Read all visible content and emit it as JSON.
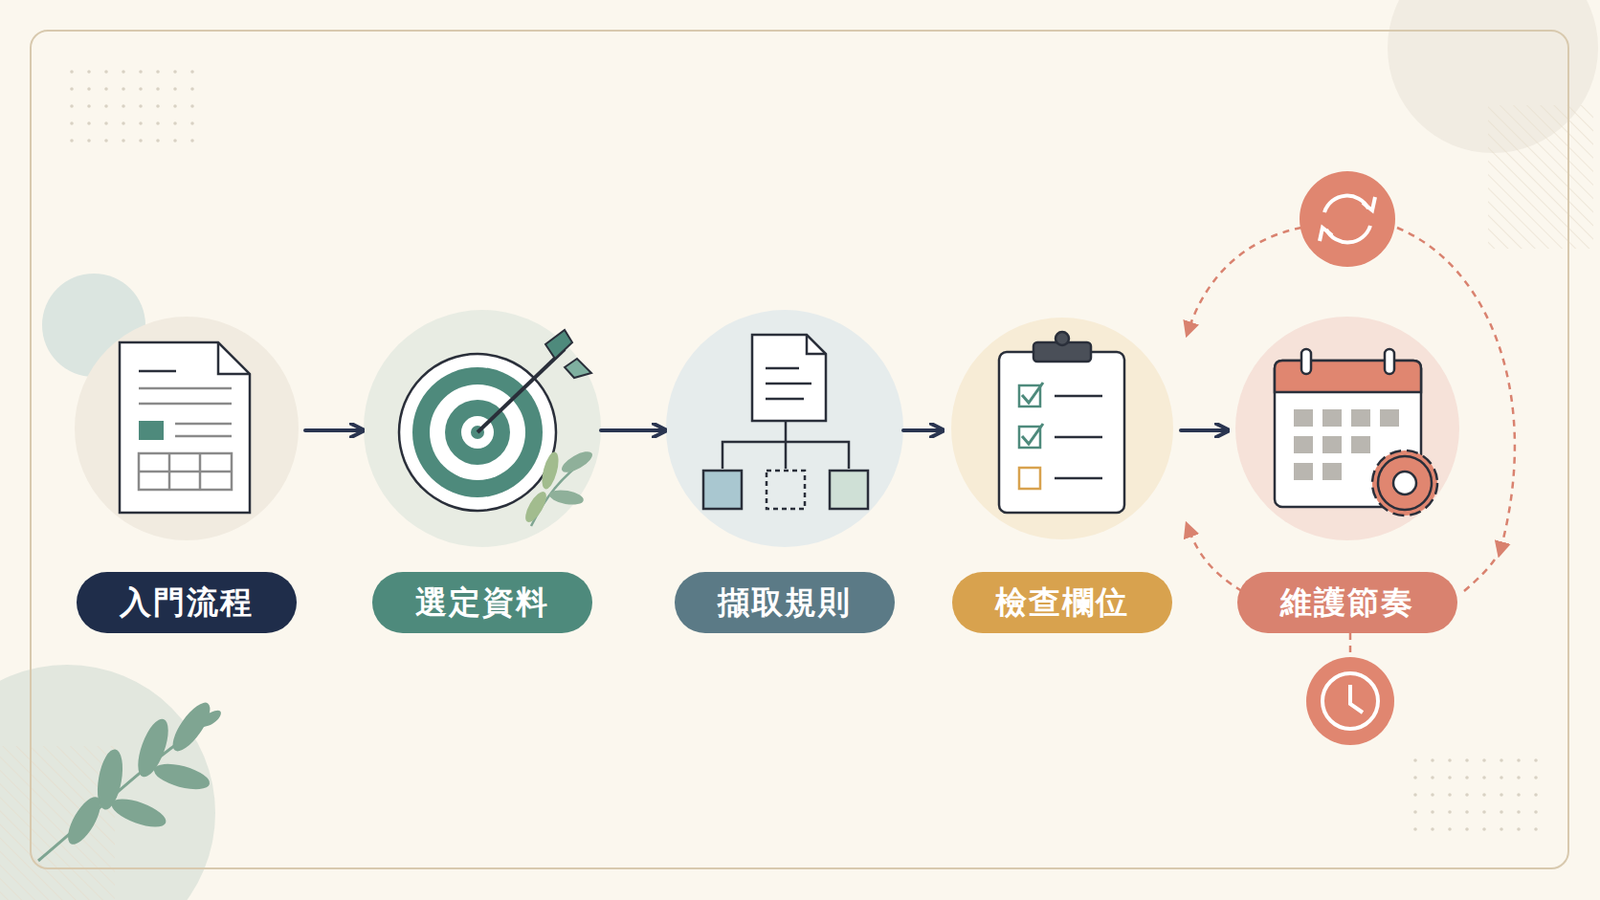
{
  "diagram": {
    "nodes": [
      {
        "text": [
          "入門流程"
        ]
      },
      {
        "text": [
          "選定資料"
        ]
      },
      {
        "text": [
          "擷取規則"
        ]
      },
      {
        "text": [
          "檢查欄位"
        ]
      },
      {
        "text": [
          "維護節奏"
        ]
      }
    ],
    "edges": [
      {
        "from": 0,
        "to": 1,
        "arrow": "to"
      },
      {
        "from": 1,
        "to": 2,
        "arrow": "to"
      },
      {
        "from": 2,
        "to": 3,
        "arrow": "to"
      },
      {
        "from": 3,
        "to": 4,
        "arrow": "to"
      }
    ]
  }
}
